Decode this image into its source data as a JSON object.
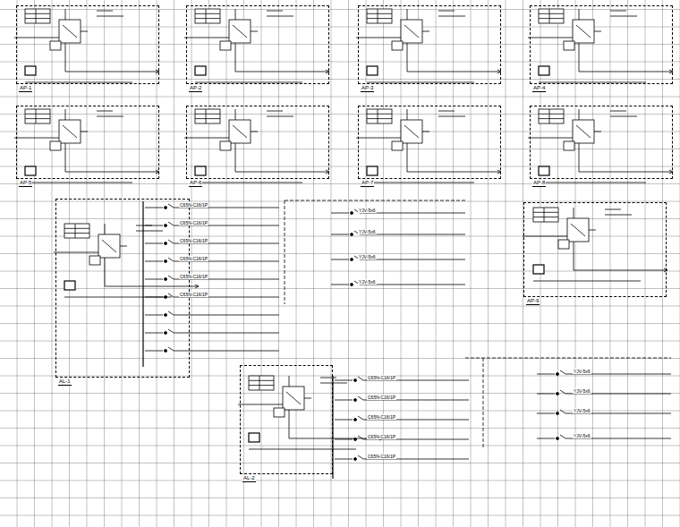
{
  "diagram": {
    "nodes": [
      {
        "text": [
          "AP-1"
        ]
      },
      {
        "text": [
          "AP-2"
        ]
      },
      {
        "text": [
          "AP-3"
        ]
      },
      {
        "text": [
          "AP-4"
        ]
      },
      {
        "text": [
          "AP-5"
        ]
      },
      {
        "text": [
          "AP-6"
        ]
      },
      {
        "text": [
          "AP-7"
        ]
      },
      {
        "text": [
          "AP-8"
        ]
      },
      {
        "text": [
          "AL-1"
        ]
      },
      {
        "text": [
          "AP-9"
        ]
      },
      {
        "text": [
          "AL-2"
        ]
      }
    ],
    "labels": [
      "C65N-C16/1P",
      "C65N-C16/1P",
      "C65N-C16/1P",
      "C65N-C16/1P",
      "C65N-C16/1P",
      "C65N-C16/1P",
      "YJV-5x6",
      "YJV-5x6",
      "YJV-5x6",
      "YJV-5x6",
      "C65N-C16/1P",
      "C65N-C16/1P",
      "C65N-C16/1P",
      "C65N-C16/1P",
      "C65N-C16/1P",
      "YJV-5x6",
      "YJV-5x6",
      "YJV-5x6",
      "YJV-5x6"
    ]
  }
}
